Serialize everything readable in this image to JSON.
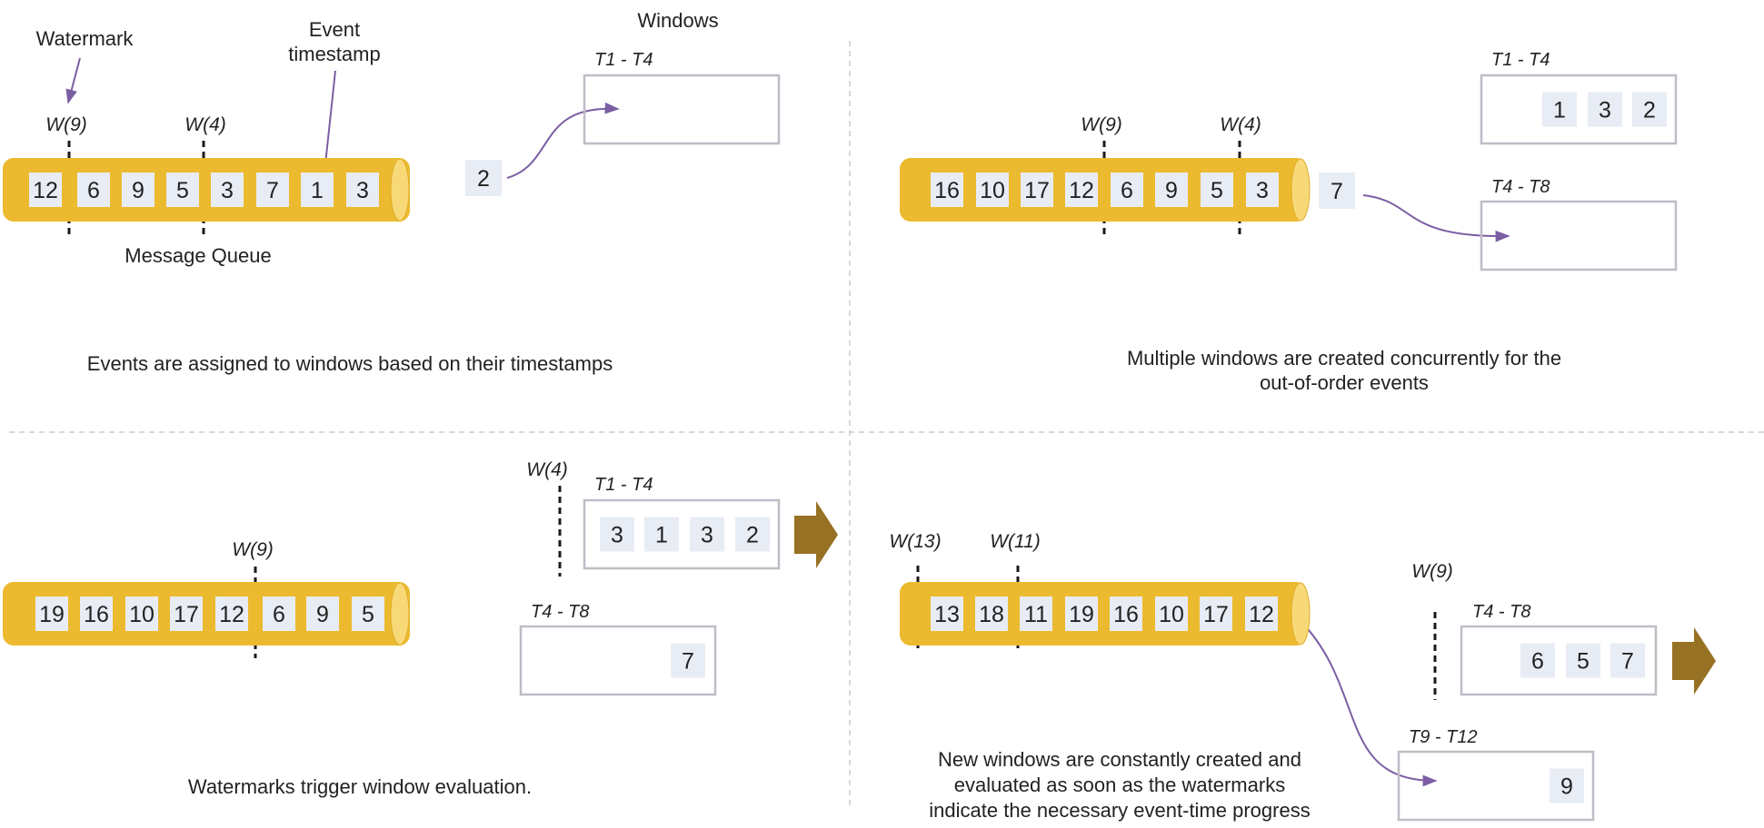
{
  "colors": {
    "queue": "#ECBA2F",
    "queue_cap": "#F7D978",
    "event_box": "#E8ECF4",
    "window_border": "#BDBDC6",
    "arrow": "#7B5EA3",
    "trigger_arrow": "#977124",
    "divider": "#CCCCCC"
  },
  "labels": {
    "watermark": "Watermark",
    "event_timestamp_1": "Event",
    "event_timestamp_2": "timestamp",
    "windows": "Windows",
    "message_queue": "Message Queue"
  },
  "panels": [
    {
      "id": "p1",
      "queue_events": [
        "12",
        "6",
        "9",
        "5",
        "3",
        "7",
        "1",
        "3"
      ],
      "watermarks": [
        "W(9)",
        "W(4)"
      ],
      "in_flight": "2",
      "windows": [
        {
          "label": "T1 - T4",
          "events": []
        }
      ],
      "caption": [
        "Events are assigned to windows based on their timestamps"
      ]
    },
    {
      "id": "p2",
      "queue_events": [
        "16",
        "10",
        "17",
        "12",
        "6",
        "9",
        "5",
        "3"
      ],
      "watermarks": [
        "W(9)",
        "W(4)"
      ],
      "in_flight": "7",
      "windows": [
        {
          "label": "T1 - T4",
          "events": [
            "1",
            "3",
            "2"
          ]
        },
        {
          "label": "T4 - T8",
          "events": []
        }
      ],
      "caption": [
        "Multiple windows are created concurrently for the",
        "out-of-order events"
      ]
    },
    {
      "id": "p3",
      "queue_events": [
        "19",
        "16",
        "10",
        "17",
        "12",
        "6",
        "9",
        "5"
      ],
      "watermarks": [
        "W(9)",
        "W(4)"
      ],
      "windows": [
        {
          "label": "T1 - T4",
          "events": [
            "3",
            "1",
            "3",
            "2"
          ]
        },
        {
          "label": "T4 - T8",
          "events": [
            "7"
          ]
        }
      ],
      "caption": [
        "Watermarks trigger window evaluation."
      ]
    },
    {
      "id": "p4",
      "queue_events": [
        "13",
        "18",
        "11",
        "19",
        "16",
        "10",
        "17",
        "12"
      ],
      "watermarks": [
        "W(13)",
        "W(11)",
        "W(9)"
      ],
      "windows": [
        {
          "label": "T4 - T8",
          "events": [
            "6",
            "5",
            "7"
          ]
        },
        {
          "label": "T9 - T12",
          "events": [
            "9"
          ]
        }
      ],
      "caption": [
        "New windows are constantly created and",
        "evaluated as soon as the watermarks",
        "indicate the necessary event-time progress"
      ]
    }
  ]
}
